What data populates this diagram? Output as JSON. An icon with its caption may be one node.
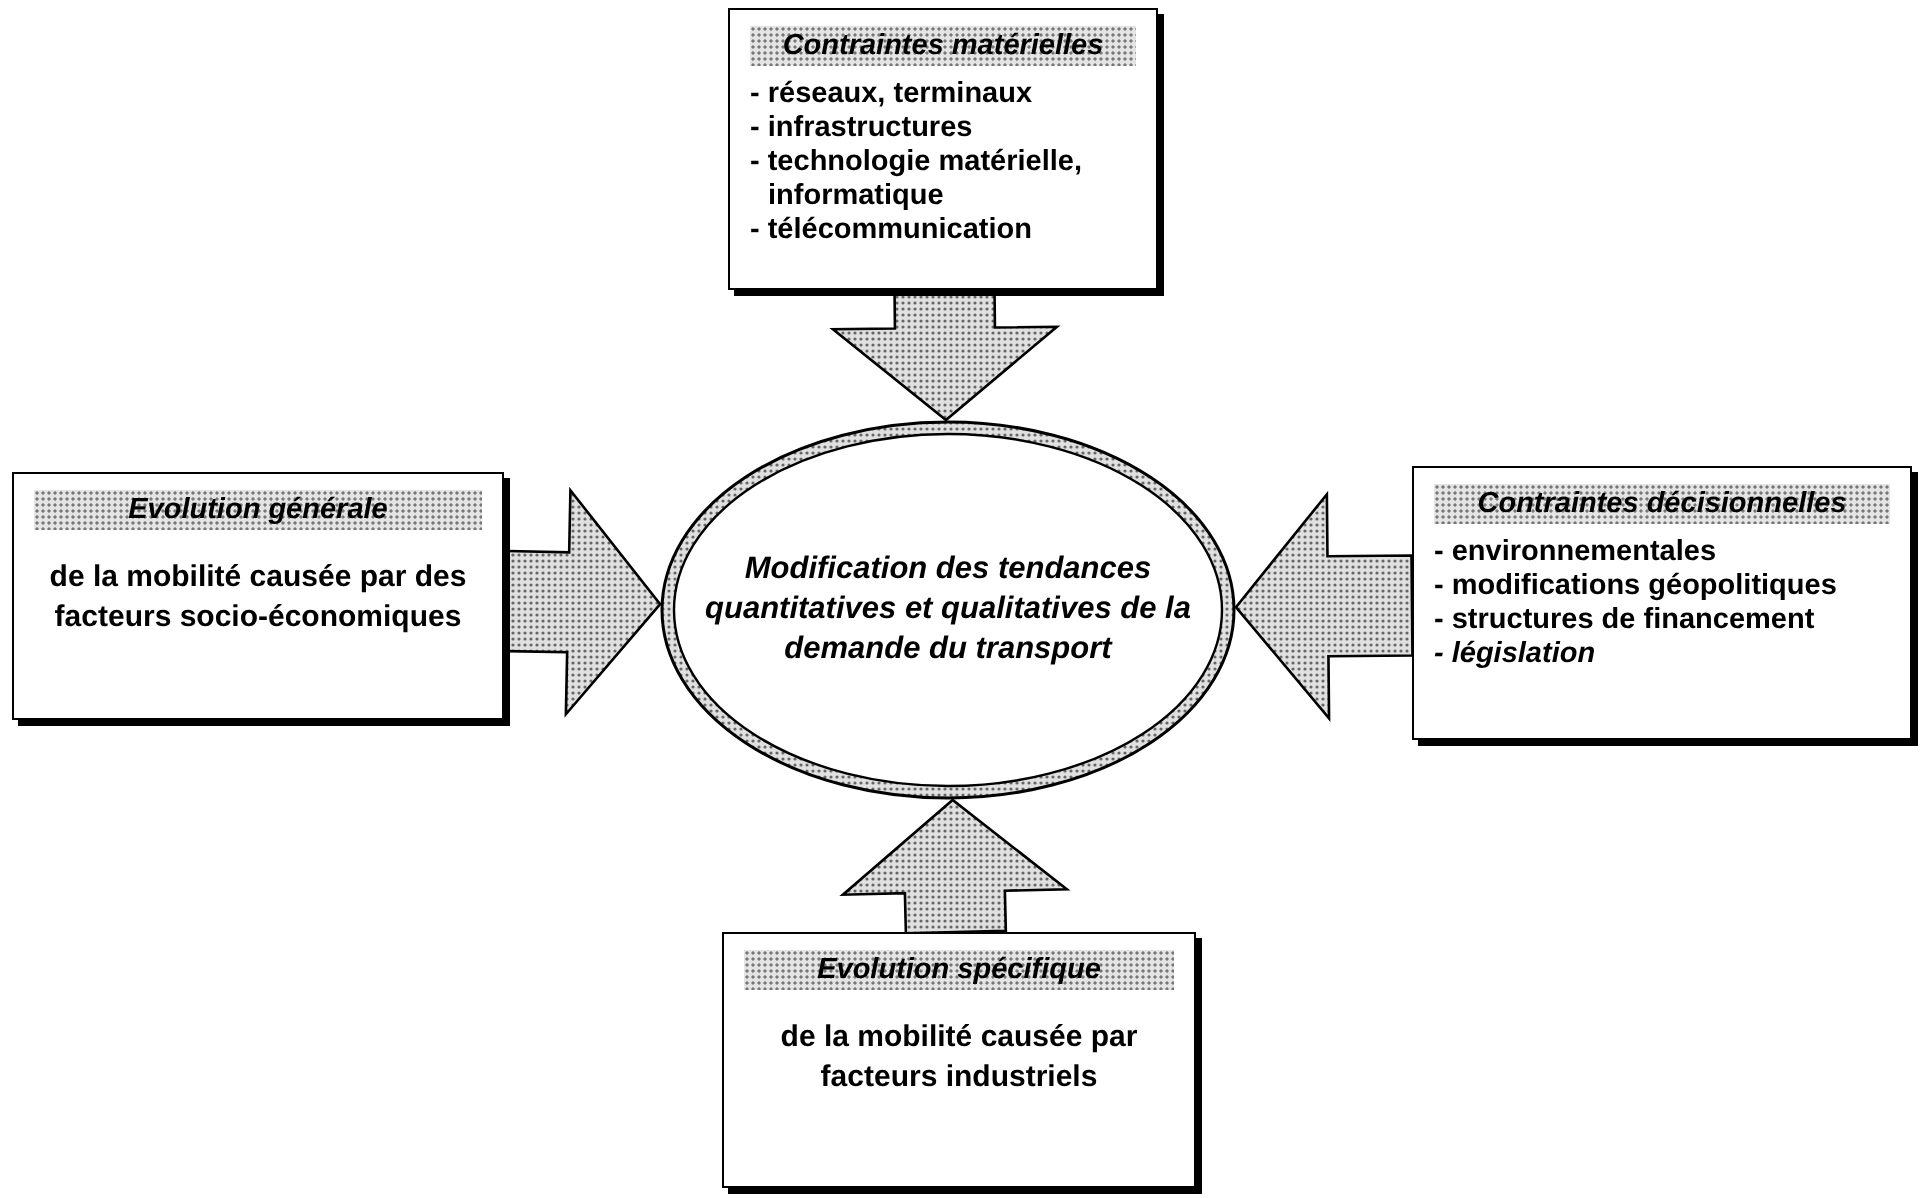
{
  "diagram": {
    "nodes": [
      {
        "text": [
          "Contraintes matérielles",
          "- réseaux, terminaux",
          "- infrastructures",
          "- technologie matérielle, informatique",
          "- télécommunication"
        ]
      },
      {
        "text": [
          "Evolution générale",
          "de la mobilité causée par des facteurs socio-économiques"
        ]
      },
      {
        "text": [
          "Modification des tendances quantitatives et qualitatives de la demande du transport"
        ]
      },
      {
        "text": [
          "Contraintes décisionnelles",
          "- environnementales",
          "- modifications géopolitiques",
          "- structures de financement",
          "*- législation*"
        ]
      },
      {
        "text": [
          "Evolution spécifique",
          "de la mobilité causée par facteurs industriels"
        ]
      }
    ],
    "edges": [
      {
        "from": 0,
        "to": 2,
        "arrow": "to"
      },
      {
        "from": 1,
        "to": 2,
        "arrow": "to"
      },
      {
        "from": 3,
        "to": 2,
        "arrow": "to"
      },
      {
        "from": 4,
        "to": 2,
        "arrow": "to"
      }
    ]
  }
}
